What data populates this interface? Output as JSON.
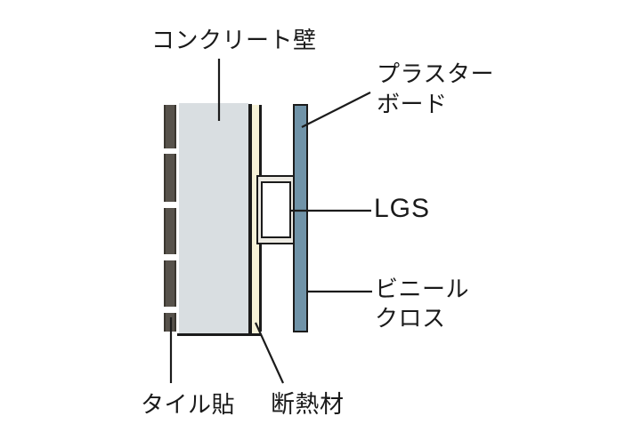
{
  "diagram": {
    "type": "wall-construction-cross-section",
    "labels": {
      "concrete": "コンクリート壁",
      "plasterboard": [
        "プラスター",
        "ボード"
      ],
      "lgs": "LGS",
      "vinyl": [
        "ビニール",
        "クロス"
      ],
      "tile": "タイル貼",
      "insulation": "断熱材"
    },
    "colors": {
      "background": "#ffffff",
      "text": "#1a1a1a",
      "line": "#1b1b1b",
      "tile": "#57524b",
      "tile_dark": "#3a362f",
      "concrete": "#d9dee1",
      "insulation": "#f6f2d8",
      "lgs_fill": "#edebe4",
      "plasterboard": "#7093a8"
    }
  }
}
